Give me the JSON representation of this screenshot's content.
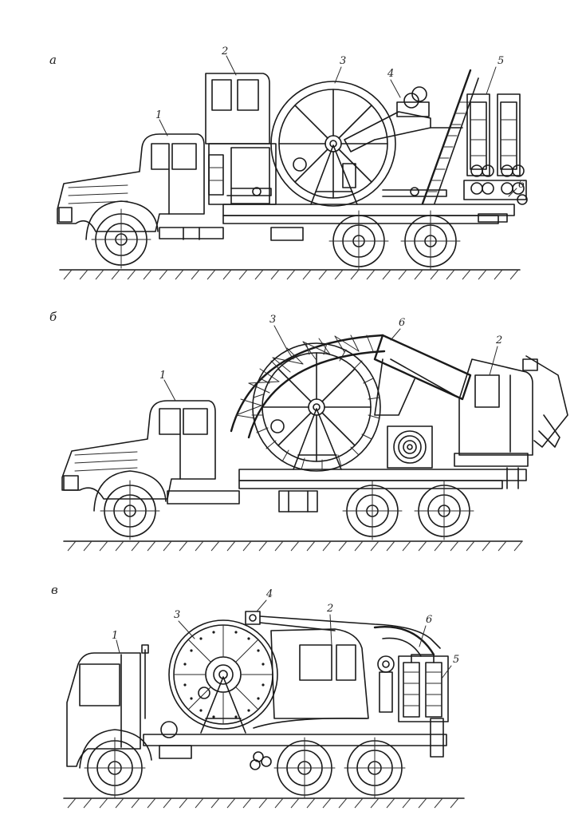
{
  "figure": {
    "panels": [
      {
        "letter": "а",
        "callouts": [
          "1",
          "2",
          "3",
          "4",
          "5",
          "6"
        ]
      },
      {
        "letter": "б",
        "callouts": [
          "1",
          "3",
          "6",
          "2"
        ]
      },
      {
        "letter": "в",
        "callouts": [
          "1",
          "3",
          "4",
          "2",
          "6",
          "5"
        ]
      }
    ]
  },
  "colors": {
    "ink": "#1a1a1a",
    "paper": "#ffffff"
  }
}
